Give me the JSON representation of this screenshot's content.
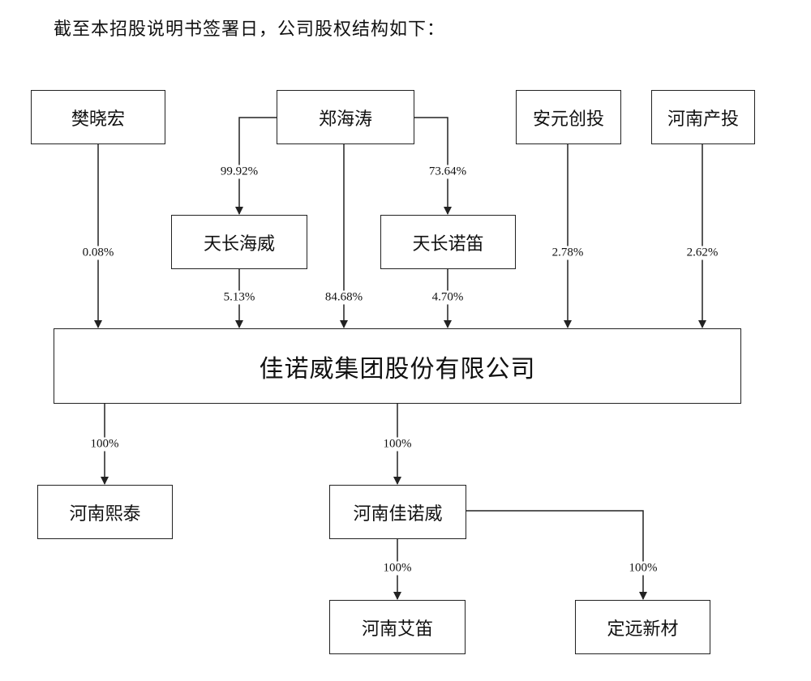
{
  "intro": "截至本招股说明书签署日，公司股权结构如下：",
  "nodes": {
    "fan": "樊晓宏",
    "zheng": "郑海涛",
    "anyuan": "安元创投",
    "henan_invest": "河南产投",
    "tianchang_haiwei": "天长海威",
    "tianchang_nuodi": "天长诺笛",
    "company": "佳诺威集团股份有限公司",
    "henan_xitai": "河南熙泰",
    "henan_jianuowei": "河南佳诺威",
    "henan_aidi": "河南艾笛",
    "dingyuan": "定远新材"
  },
  "edges": {
    "zheng_haiwei": "99.92%",
    "zheng_nuodi": "73.64%",
    "fan_company": "0.08%",
    "haiwei_company": "5.13%",
    "zheng_company": "84.68%",
    "nuodi_company": "4.70%",
    "anyuan_company": "2.78%",
    "henan_invest_company": "2.62%",
    "company_xitai": "100%",
    "company_jianuowei": "100%",
    "jianuowei_aidi": "100%",
    "jianuowei_dingyuan": "100%"
  }
}
